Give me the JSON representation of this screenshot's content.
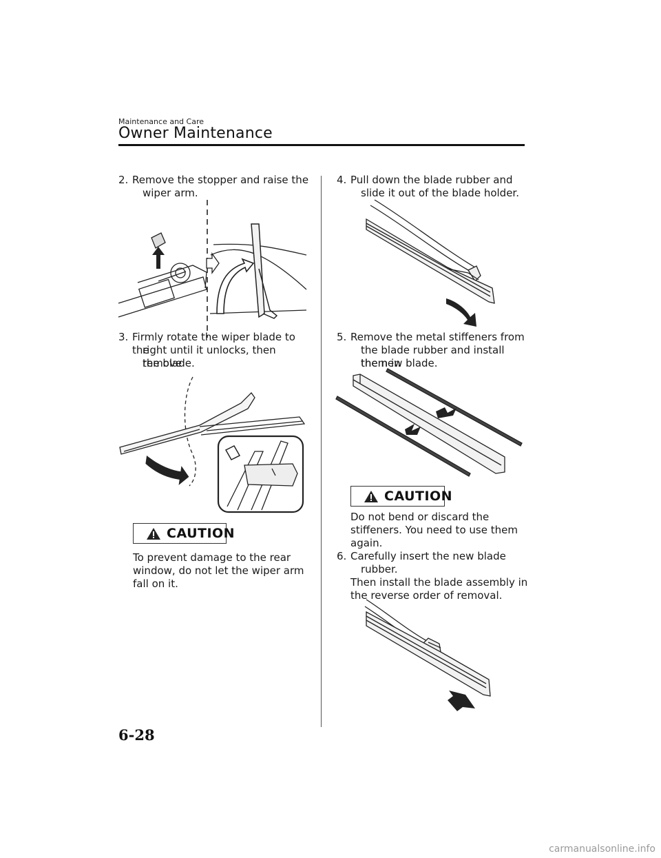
{
  "header": {
    "section_small": "Maintenance and Care",
    "section_title": "Owner Maintenance"
  },
  "steps": [
    {
      "num": "2.",
      "lines": [
        "Remove the stopper and raise the",
        "wiper arm."
      ]
    },
    {
      "num": "3.",
      "lines": [
        "Firmly rotate the wiper blade to the",
        "right until it unlocks, then remove",
        "the blade."
      ]
    },
    {
      "num": "4.",
      "lines": [
        "Pull down the blade rubber and",
        "slide it out of the blade holder."
      ]
    },
    {
      "num": "5.",
      "lines": [
        "Remove the metal stiffeners from",
        "the blade rubber and install them in",
        "the new blade."
      ]
    },
    {
      "num": "6.",
      "lines": [
        "Carefully insert the new blade",
        "rubber.",
        "Then install the blade assembly in",
        "the reverse order of removal."
      ]
    }
  ],
  "cautions": [
    {
      "label": "CAUTION",
      "lines": [
        "To prevent damage to the rear",
        "window, do not let the wiper arm",
        "fall on it."
      ]
    },
    {
      "label": "CAUTION",
      "lines": [
        "Do not bend or discard the",
        "stiffeners. You need to use them",
        "again."
      ]
    }
  ],
  "page_number": "6-28",
  "footer": "carmanualsonline.info"
}
